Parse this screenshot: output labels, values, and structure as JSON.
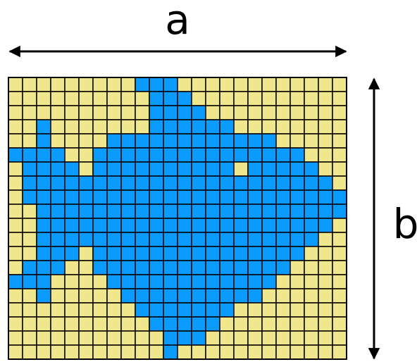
{
  "labels": {
    "width": "a",
    "height": "b"
  },
  "colors": {
    "background_cells": "#f0e68c",
    "shape_cells": "#0a9bff",
    "grid_lines": "#000000",
    "arrows": "#000000"
  },
  "grid": {
    "columns": 24,
    "rows": 20,
    "filled_cells_by_row": [
      [
        9,
        10,
        11
      ],
      [
        10,
        11,
        12
      ],
      [
        10,
        11,
        12,
        13
      ],
      [
        2,
        10,
        11,
        12,
        13,
        14,
        15
      ],
      [
        2,
        7,
        8,
        9,
        10,
        11,
        12,
        13,
        14,
        15,
        16,
        17,
        18
      ],
      [
        0,
        1,
        2,
        3,
        6,
        7,
        8,
        9,
        10,
        11,
        12,
        13,
        14,
        15,
        16,
        17,
        18,
        19,
        20
      ],
      [
        1,
        2,
        3,
        4,
        6,
        7,
        8,
        9,
        10,
        11,
        12,
        13,
        14,
        15,
        16,
        17,
        18,
        19,
        20,
        21
      ],
      [
        1,
        2,
        3,
        4,
        5,
        6,
        7,
        8,
        9,
        10,
        11,
        12,
        13,
        14,
        15,
        16,
        17,
        18,
        19,
        20,
        21,
        22
      ],
      [
        1,
        2,
        3,
        4,
        5,
        6,
        7,
        8,
        9,
        10,
        11,
        12,
        13,
        14,
        15,
        16,
        17,
        18,
        19,
        20,
        21,
        22,
        23
      ],
      [
        2,
        3,
        4,
        5,
        6,
        7,
        8,
        9,
        10,
        11,
        12,
        13,
        14,
        15,
        16,
        17,
        18,
        19,
        20,
        21,
        22,
        23
      ],
      [
        2,
        3,
        4,
        5,
        6,
        7,
        8,
        9,
        10,
        11,
        12,
        13,
        14,
        15,
        16,
        17,
        18,
        19,
        20,
        21,
        22
      ],
      [
        2,
        3,
        4,
        5,
        6,
        7,
        8,
        9,
        10,
        11,
        12,
        13,
        14,
        15,
        16,
        17,
        18,
        19,
        20,
        21
      ],
      [
        2,
        3,
        4,
        6,
        7,
        8,
        9,
        10,
        11,
        12,
        13,
        14,
        15,
        16,
        17,
        18,
        19,
        20
      ],
      [
        1,
        2,
        3,
        6,
        7,
        8,
        9,
        10,
        11,
        12,
        13,
        14,
        15,
        16,
        17,
        18,
        19
      ],
      [
        0,
        1,
        2,
        7,
        8,
        9,
        10,
        11,
        12,
        13,
        14,
        15,
        16,
        17,
        18
      ],
      [
        2,
        8,
        9,
        10,
        11,
        12,
        13,
        14,
        15,
        16,
        17
      ],
      [
        9,
        10,
        11,
        12,
        13,
        14,
        15
      ],
      [
        10,
        11,
        12,
        13,
        14
      ],
      [
        11,
        12,
        13
      ],
      [
        11
      ]
    ],
    "unfilled_cells_in_shape": [
      [
        6,
        16
      ]
    ]
  }
}
